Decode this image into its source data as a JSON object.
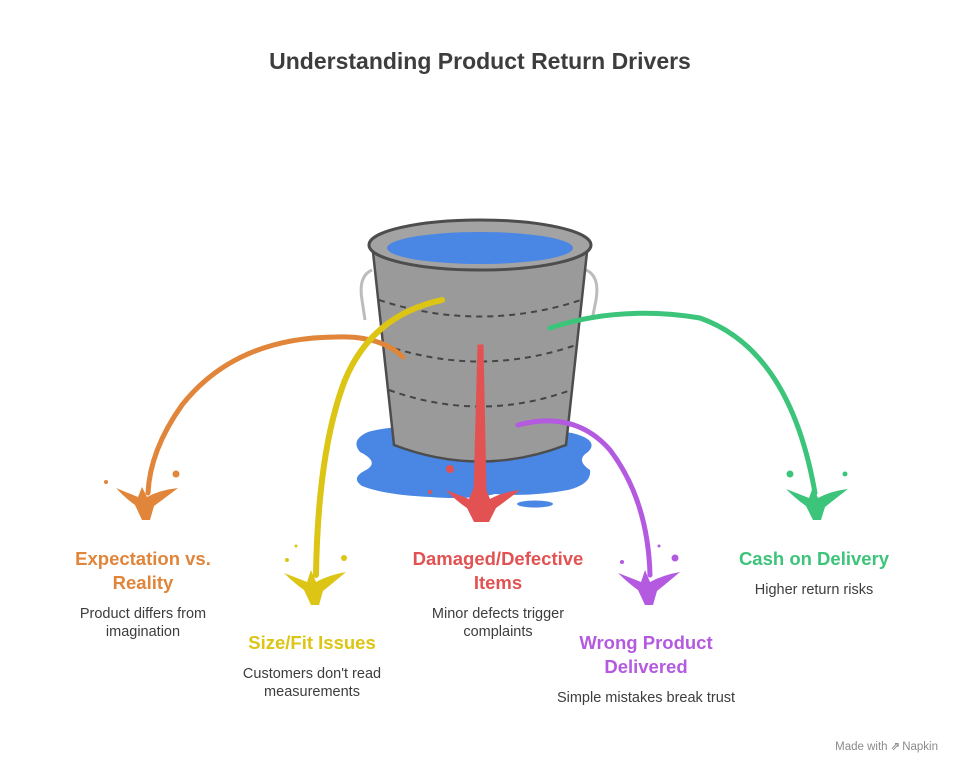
{
  "title": "Understanding Product Return Drivers",
  "colors": {
    "orange": "#e0853a",
    "yellow": "#dcc514",
    "red": "#e35252",
    "purple": "#b45ae0",
    "green": "#3cc47a",
    "bucket": "#9a9a9a",
    "water": "#4a86e3"
  },
  "drivers": [
    {
      "heading": "Expectation vs. Reality",
      "description": "Product differs from imagination",
      "color_key": "orange"
    },
    {
      "heading": "Size/Fit Issues",
      "description": "Customers don't read measurements",
      "color_key": "yellow"
    },
    {
      "heading": "Damaged/Defective Items",
      "description": "Minor defects trigger complaints",
      "color_key": "red"
    },
    {
      "heading": "Wrong Product Delivered",
      "description": "Simple mistakes break trust",
      "color_key": "purple"
    },
    {
      "heading": "Cash on Delivery",
      "description": "Higher return risks",
      "color_key": "green"
    }
  ],
  "footer": {
    "made_with": "Made with",
    "brand": "Napkin"
  }
}
